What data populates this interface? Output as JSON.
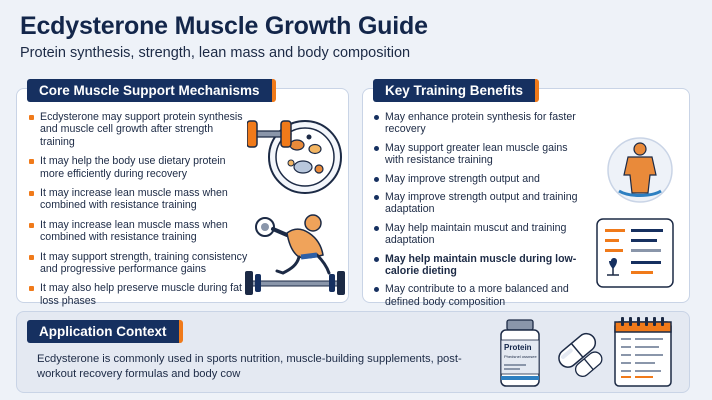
{
  "header": {
    "title": "Ecdysterone Muscle Growth Guide",
    "subtitle": "Protein synthesis, strength, lean mass and body composition"
  },
  "left_panel": {
    "title": "Core Muscle Support Mechanisms",
    "items": [
      "Ecdysterone may support protein synthesis and muscle cell growth after strength training",
      "It may help the body use dietary protein more efficiently during recovery",
      "It may increase lean muscle mass when combined with resistance training",
      "It may increase lean muscle mass when combined with resistance training",
      "It may support strength, training consistency and progressive performance gains",
      "It may also help preserve muscle during fat loss phases"
    ]
  },
  "right_panel": {
    "title": "Key Training Benefits",
    "items": [
      "May enhance protein synthesis for faster recovery",
      "May support greater lean muscle gains with resistance training",
      "May improve strength output and",
      "May improve strength output and training adaptation",
      "May help maintain muscut and training adaptation",
      "May help maintain muscle during low-calorie dieting",
      "May contribute to a more balanced and defined body composition"
    ]
  },
  "application": {
    "title": "Application Context",
    "text": "Ecdysterone is commonly used in sports nutrition, muscle-building supplements, post-workout recovery formulas and body cow"
  },
  "illustrations": {
    "bottle_label": "Protein",
    "bottle_sublabel": "Phedsnel ossnsee",
    "icons": [
      "dumbbell-icon",
      "nutrient-plate-icon",
      "bodybuilder-icon",
      "barbell-icon",
      "body-silhouette-icon",
      "nutrition-chart-icon",
      "supplement-bottle-icon",
      "capsule-icon",
      "calendar-plan-icon"
    ]
  },
  "colors": {
    "navy": "#163060",
    "orange": "#f07a1a",
    "background": "#eef2f8"
  }
}
